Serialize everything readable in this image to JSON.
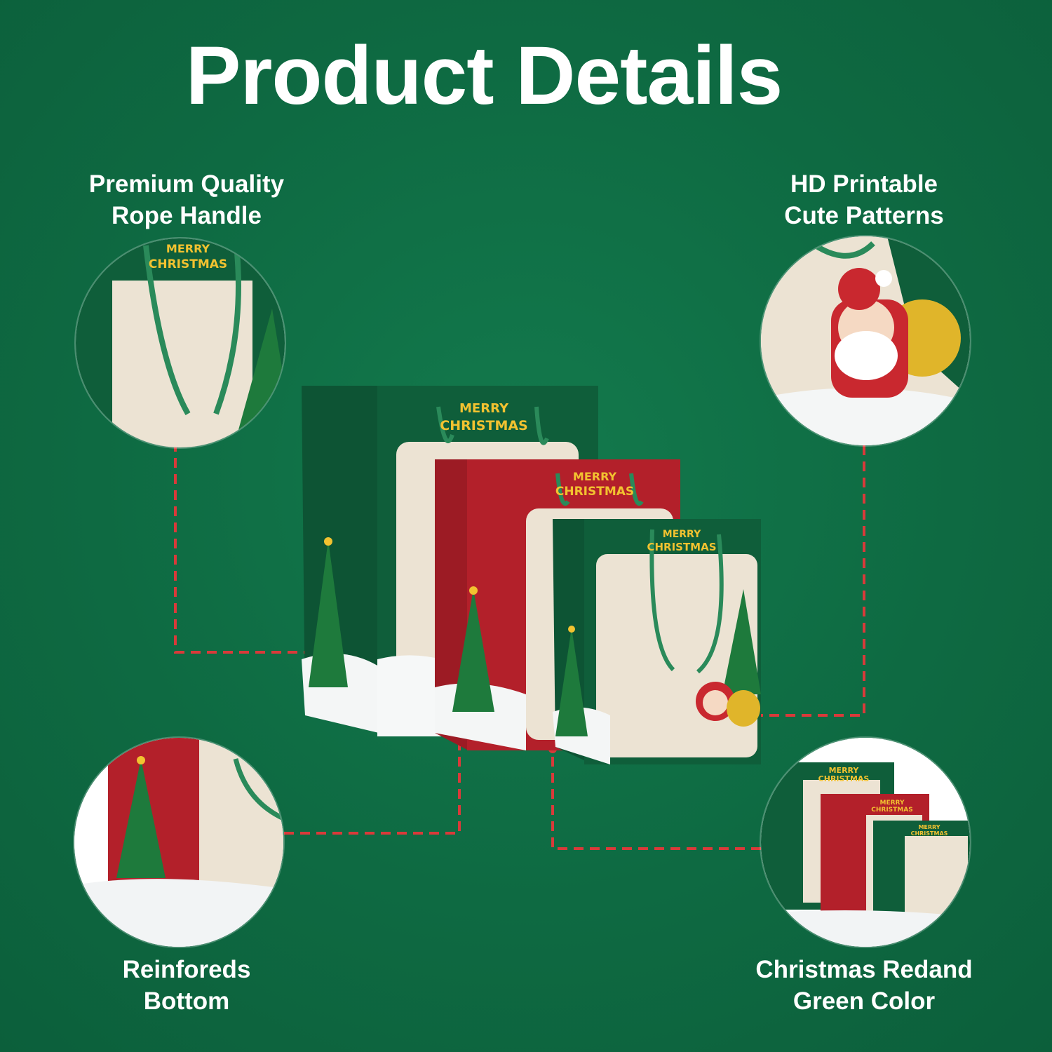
{
  "title": "Product Details",
  "features": {
    "top_left": {
      "line1": "Premium Quality",
      "line2": "Rope Handle"
    },
    "top_right": {
      "line1": "HD Printable",
      "line2": "Cute Patterns"
    },
    "bottom_left": {
      "line1": "Reinforeds",
      "line2": "Bottom"
    },
    "bottom_right": {
      "line1": "Christmas Redand",
      "line2": "Green Color"
    }
  },
  "bag_print": {
    "line1": "MERRY",
    "line2": "CHRISTMAS"
  },
  "colors": {
    "background": "#0f6a43",
    "bag_green": "#0f5e3a",
    "bag_red": "#b3202a",
    "print_gold": "#f2c230",
    "connector": "#d93a3a"
  }
}
